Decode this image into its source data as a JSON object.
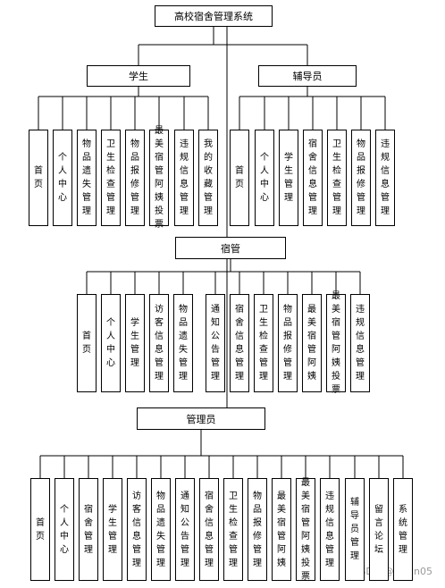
{
  "root": "高校宿舍管理系统",
  "student": {
    "label": "学生",
    "items": [
      "首页",
      "个人中心",
      "物品遗失管理",
      "卫生检查管理",
      "物品报修管理",
      "最美宿管阿姨投票",
      "违规信息管理",
      "我的收藏管理"
    ]
  },
  "counselor": {
    "label": "辅导员",
    "items": [
      "首页",
      "个人中心",
      "学生管理",
      "宿舍信息管理",
      "卫生检查管理",
      "物品报修管理",
      "违规信息管理"
    ]
  },
  "dorm_manager": {
    "label": "宿管",
    "items": [
      "首页",
      "个人中心",
      "学生管理",
      "访客信息管理",
      "物品遗失管理",
      "通知公告管理",
      "宿舍信息管理",
      "卫生检查管理",
      "物品报修管理",
      "最美宿管阿姨",
      "最美宿管阿姨投票",
      "违规信息管理"
    ]
  },
  "admin": {
    "label": "管理员",
    "items": [
      "首页",
      "个人中心",
      "宿舍管理",
      "学生管理",
      "访客信息管理",
      "物品遗失管理",
      "通知公告管理",
      "宿舍信息管理",
      "卫生检查管理",
      "物品报修管理",
      "最美宿管阿姨",
      "最美宿管阿姨投票",
      "违规信息管理",
      "辅导员管理",
      "留言论坛",
      "系统管理"
    ]
  },
  "watermark": "CSDN @jinkin05"
}
